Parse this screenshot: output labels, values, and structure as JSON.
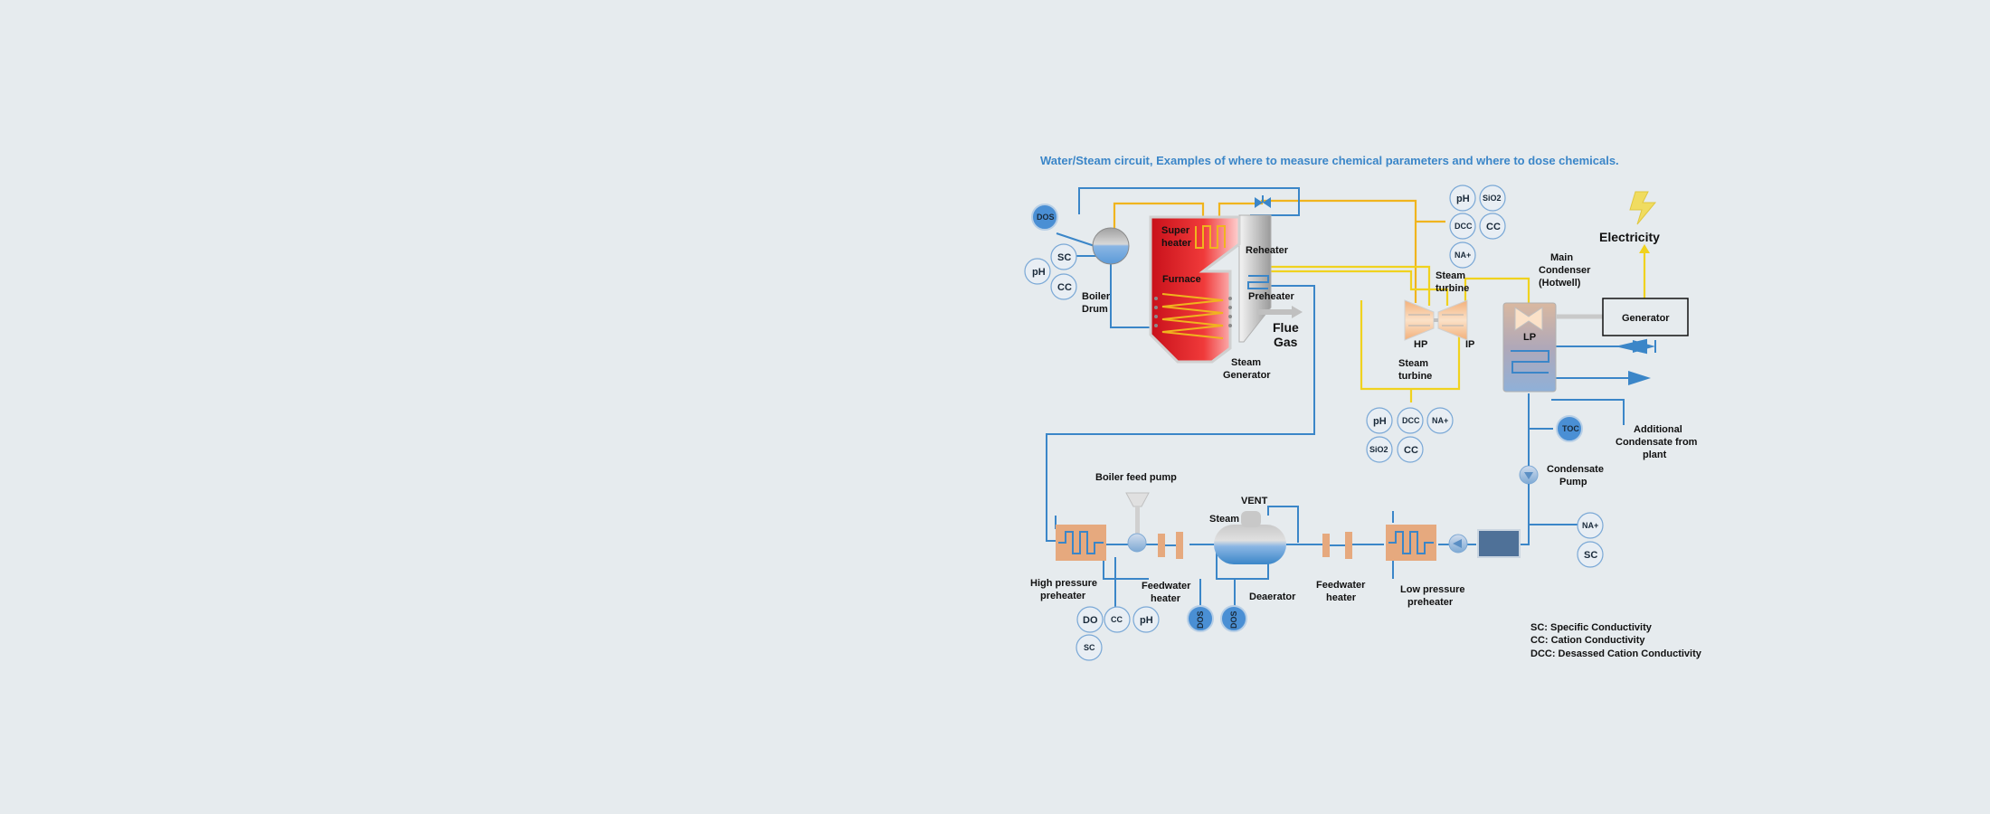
{
  "title": "Water/Steam circuit, Examples of where to measure chemical parameters and where to dose chemicals.",
  "labels": {
    "boiler_drum": [
      "Boiler",
      "Drum"
    ],
    "super_heater": [
      "Super",
      "heater"
    ],
    "furnace": "Furnace",
    "reheater": "Reheater",
    "preheater": "Preheater",
    "flue_gas": [
      "Flue",
      "Gas"
    ],
    "steam_generator": [
      "Steam",
      "Generator"
    ],
    "steam_turbine_top": [
      "Steam",
      "turbine"
    ],
    "steam_turbine_bottom": [
      "Steam",
      "turbine"
    ],
    "hp": "HP",
    "ip": "IP",
    "lp": "LP",
    "main_condenser": [
      "Main",
      "Condenser",
      "(Hotwell)"
    ],
    "electricity": "Electricity",
    "generator": "Generator",
    "additional_condensate": [
      "Additional",
      "Condensate from",
      "plant"
    ],
    "condensate_pump": [
      "Condensate",
      "Pump"
    ],
    "boiler_feed_pump": "Boiler feed pump",
    "vent": "VENT",
    "steam": "Steam",
    "deaerator": "Deaerator",
    "feedwater_heater_left": [
      "Feedwater",
      "heater"
    ],
    "feedwater_heater_right": [
      "Feedwater",
      "heater"
    ],
    "high_pressure_preheater": [
      "High pressure",
      "preheater"
    ],
    "low_pressure_preheater": [
      "Low pressure",
      "preheater"
    ]
  },
  "sensors": {
    "drum_dos": "DOS",
    "drum_sc": "SC",
    "drum_ph": "pH",
    "drum_cc": "CC",
    "top_ph": "pH",
    "top_sio2": "SiO2",
    "top_dcc": "DCC",
    "top_cc": "CC",
    "top_na": "NA+",
    "mid_ph": "pH",
    "mid_dcc": "DCC",
    "mid_na": "NA+",
    "mid_sio2": "SiO2",
    "mid_cc": "CC",
    "toc": "TOC",
    "cond_na": "NA+",
    "cond_sc": "SC",
    "hp_do": "DO",
    "hp_cc": "CC",
    "hp_ph": "pH",
    "hp_sc": "SC",
    "dea_dos1": "DOS",
    "dea_dos2": "DOS"
  },
  "legend": [
    "SC: Specific Conductivity",
    "CC: Cation Conductivity",
    "DCC: Desassed Cation Conductivity"
  ],
  "colors": {
    "background": "#e6ebee",
    "water_line": "#3b86c8",
    "steam_line": "#f0d21e",
    "hot_steam_line": "#f0b41e",
    "dosing_fill": "#4a8fd4",
    "sensor_fill": "#e8eef4",
    "furnace_red": "#e8222a",
    "preheater_orange": "#e6a97e"
  }
}
